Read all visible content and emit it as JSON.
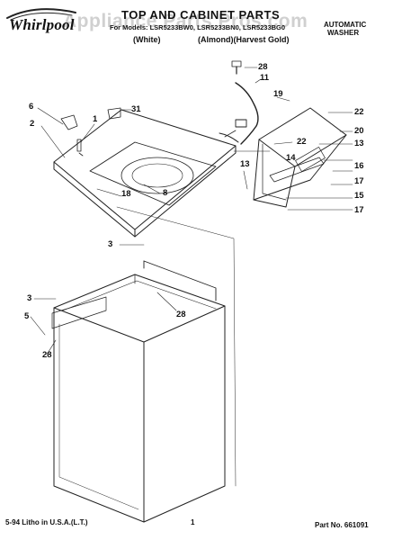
{
  "header": {
    "brand": "Whirlpool",
    "title": "TOP AND CABINET PARTS",
    "models": "For Models: LSR5233BW0, LSR5233BN0, LSR5233BG0",
    "variant_white": "(White)",
    "variant_almond": "(Almond)(Harvest Gold)",
    "type_line1": "AUTOMATIC",
    "type_line2": "WASHER"
  },
  "watermark": "Appliance Parts Pros.com",
  "callouts": [
    {
      "id": "c28a",
      "label": "28"
    },
    {
      "id": "c11",
      "label": "11"
    },
    {
      "id": "c19",
      "label": "19"
    },
    {
      "id": "c22a",
      "label": "22"
    },
    {
      "id": "c20",
      "label": "20"
    },
    {
      "id": "c22b",
      "label": "22"
    },
    {
      "id": "c13a",
      "label": "13"
    },
    {
      "id": "c13b",
      "label": "13"
    },
    {
      "id": "c14",
      "label": "14"
    },
    {
      "id": "c16",
      "label": "16"
    },
    {
      "id": "c17a",
      "label": "17"
    },
    {
      "id": "c15",
      "label": "15"
    },
    {
      "id": "c17b",
      "label": "17"
    },
    {
      "id": "c6",
      "label": "6"
    },
    {
      "id": "c1",
      "label": "1"
    },
    {
      "id": "c31",
      "label": "31"
    },
    {
      "id": "c2",
      "label": "2"
    },
    {
      "id": "c18",
      "label": "18"
    },
    {
      "id": "c8",
      "label": "8"
    },
    {
      "id": "c3a",
      "label": "3"
    },
    {
      "id": "c28b",
      "label": "28"
    },
    {
      "id": "c3b",
      "label": "3"
    },
    {
      "id": "c5",
      "label": "5"
    },
    {
      "id": "c28c",
      "label": "28"
    }
  ],
  "footer": {
    "litho": "5-94 Litho in U.S.A.(L.T.)",
    "page": "1",
    "part_no": "Part No. 661091"
  }
}
